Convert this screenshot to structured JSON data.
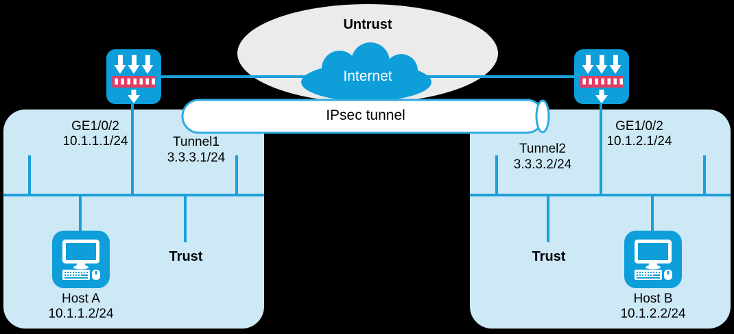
{
  "untrust": {
    "label": "Untrust"
  },
  "internet": {
    "label": "Internet"
  },
  "ipsec_tunnel": {
    "label": "IPsec tunnel"
  },
  "site_a": {
    "wan_interface": {
      "name": "GE1/0/2",
      "ip": "10.1.1.1/24"
    },
    "tunnel_interface": {
      "name": "Tunnel1",
      "ip": "3.3.3.1/24"
    },
    "zone_label": "Trust",
    "host": {
      "name": "Host A",
      "ip": "10.1.1.2/24"
    }
  },
  "site_b": {
    "wan_interface": {
      "name": "GE1/0/2",
      "ip": "10.1.2.1/24"
    },
    "tunnel_interface": {
      "name": "Tunnel2",
      "ip": "3.3.3.2/24"
    },
    "zone_label": "Trust",
    "host": {
      "name": "Host B",
      "ip": "10.1.2.2/24"
    }
  },
  "icons": {
    "firewall_a": "firewall-icon",
    "firewall_b": "firewall-icon",
    "host_a": "desktop-computer-icon",
    "host_b": "desktop-computer-icon",
    "internet": "cloud-icon",
    "ipsec_tunnel": "pipe-icon"
  },
  "colors": {
    "line_blue": "#1b9fda",
    "icon_blue": "#0e9eda",
    "zone_fill": "#cee9f6",
    "untrust_ellipse_fill": "#ebebeb",
    "pipe_stroke": "#2faae1",
    "firewall_red": "#e23e63",
    "internet_text": "#ffffff",
    "label_text": "#000000",
    "background": "#000000"
  }
}
